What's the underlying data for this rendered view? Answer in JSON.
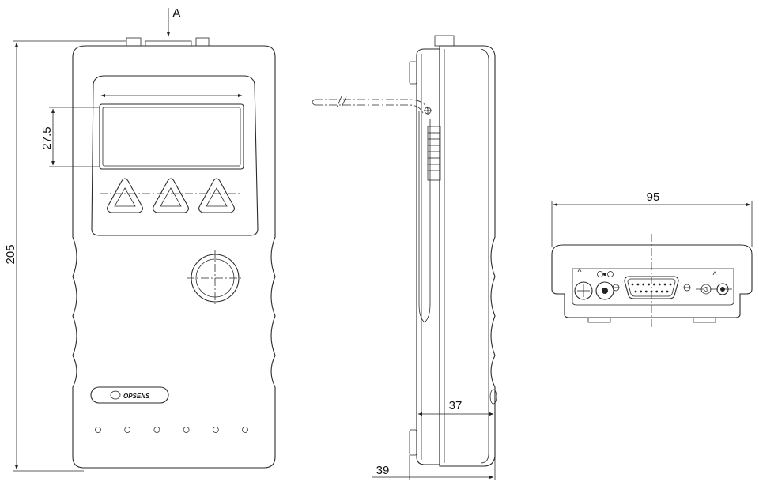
{
  "labels": {
    "view_marker": "A",
    "height_dim": "205",
    "display_dim": "27.5",
    "width_dim": "95",
    "depth_body_dim": "37",
    "depth_total_dim": "39",
    "brand_logo": "OPSENS"
  },
  "indicator_leds": {
    "count": 6
  },
  "stroke_color": "#2a2a2a"
}
